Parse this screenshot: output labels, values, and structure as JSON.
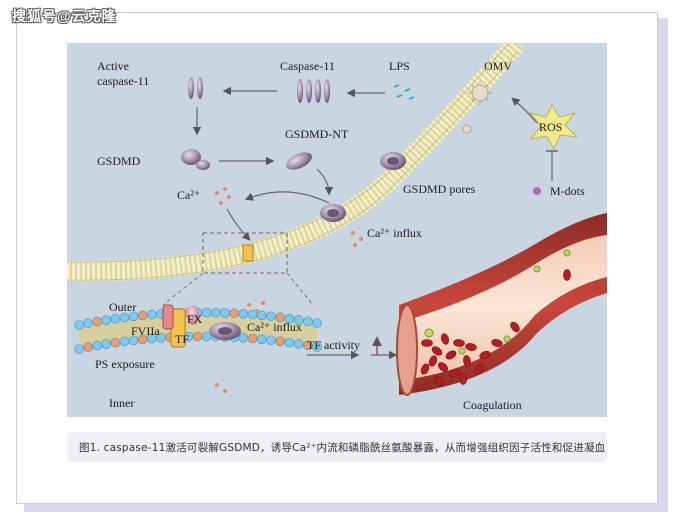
{
  "watermark": "搜狐号@云克隆",
  "caption": "图1. caspase-11激活可裂解GSDMD，诱导Ca²⁺内流和磷脂酰丝氨酸暴露，从而增强组织因子活性和促进凝血",
  "labels": {
    "active_caspase": [
      "Active",
      "caspase-11"
    ],
    "caspase11": "Caspase-11",
    "lps": "LPS",
    "omv": "OMV",
    "ros": "ROS",
    "gsdmd": "GSDMD",
    "gsdmd_nt": "GSDMD-NT",
    "gsdmd_pores": "GSDMD pores",
    "mdots": "M-dots",
    "ca": "Ca²⁺",
    "ca_influx": "Ca²⁺ influx",
    "outer": "Outer",
    "fviia": "FVIIa",
    "fx": "FX",
    "tf": "TF",
    "ca_influx_2": "Ca²⁺ influx",
    "ps_exposure": "PS exposure",
    "tf_activity": "TF activity",
    "inner": "Inner",
    "coagulation": "Coagulation"
  },
  "colors": {
    "background": "#c9d6e2",
    "membrane_head": "#f5f0c4",
    "membrane_tail": "#d9d3a3",
    "protein": "#9b8aa6",
    "vessel": "#b5372e",
    "rbc": "#b51d24",
    "ps_head": "#7ec8ef",
    "ps_head_alt": "#ef9a6d"
  }
}
